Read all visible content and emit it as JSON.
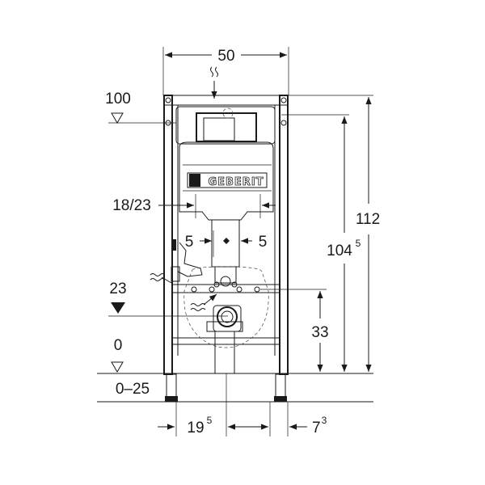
{
  "product": {
    "brand": "GEBERIT"
  },
  "dimensions": {
    "width_top": "50",
    "level_top": "100",
    "height_total": "112",
    "height_sub": "104",
    "height_sub_sup": "5",
    "bend_spacing": "18/23",
    "offset_left": "5",
    "offset_right": "5",
    "level_mid": "23",
    "drain_height": "33",
    "level_zero": "0",
    "floor_range": "0–25",
    "bottom_left": "19",
    "bottom_left_sup": "5",
    "bottom_right": "7",
    "bottom_right_sup": "3"
  }
}
